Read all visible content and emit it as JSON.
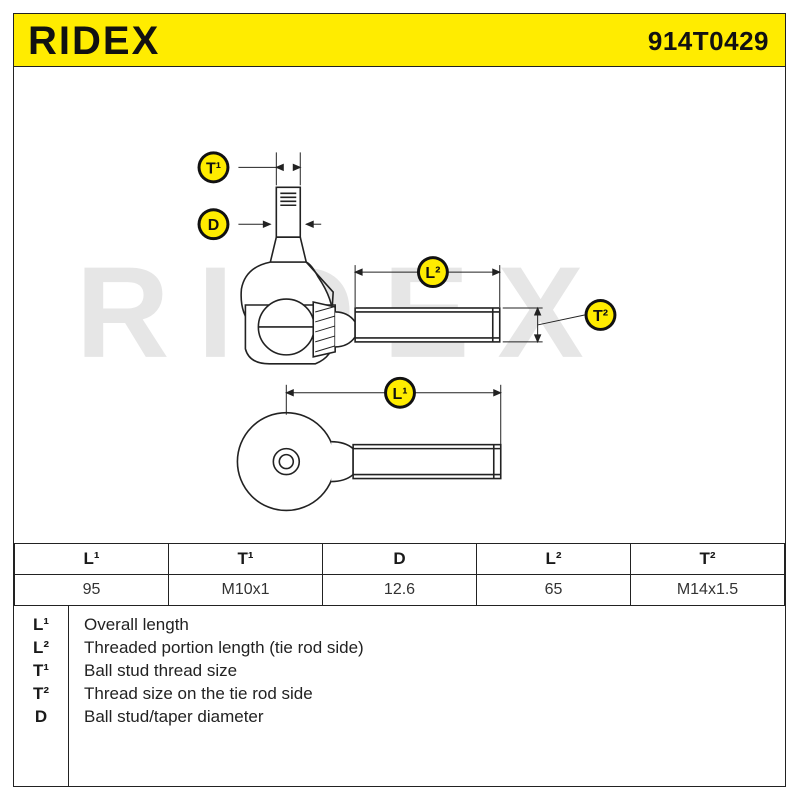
{
  "header": {
    "brand": "RIDEX",
    "part_number": "914T0429"
  },
  "watermark": "RIDEX",
  "colors": {
    "accent_yellow": "#ffec00",
    "line": "#222222",
    "watermark": "#e6e6e6"
  },
  "drawing_labels": {
    "t1": "T¹",
    "d": "D",
    "l2": "L²",
    "t2": "T²",
    "l1": "L¹"
  },
  "spec_table": {
    "headers": [
      "L¹",
      "T¹",
      "D",
      "L²",
      "T²"
    ],
    "values": [
      "95",
      "M10x1",
      "12.6",
      "65",
      "M14x1.5"
    ]
  },
  "legend": [
    {
      "key": "L¹",
      "text": "Overall length"
    },
    {
      "key": "L²",
      "text": "Threaded portion length (tie rod side)"
    },
    {
      "key": "T¹",
      "text": "Ball stud thread size"
    },
    {
      "key": "T²",
      "text": "Thread size on the tie rod side"
    },
    {
      "key": "D",
      "text": "Ball stud/taper diameter"
    }
  ]
}
